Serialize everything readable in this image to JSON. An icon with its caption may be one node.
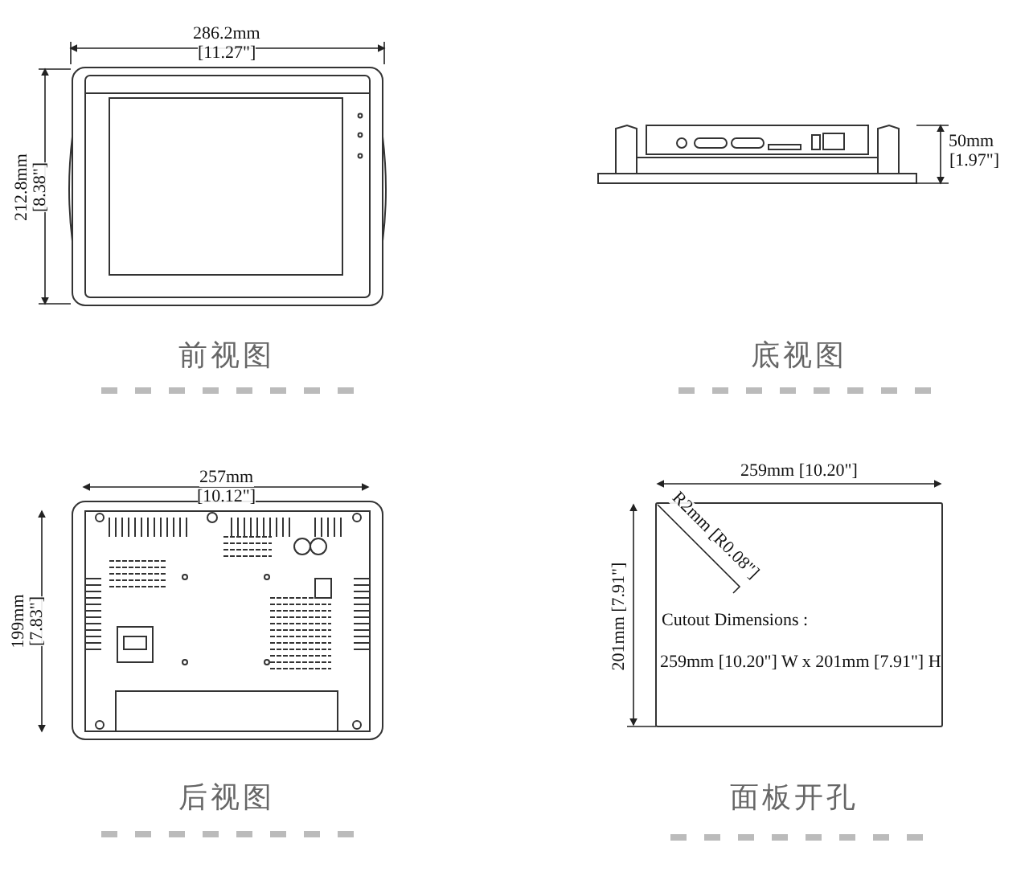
{
  "diagram": {
    "labels": [
      "286.2mm",
      "[11.27\"]",
      "212.8mm",
      "[8.38\"]",
      "50mm",
      "[1.97\"]",
      "前视图",
      "底视图",
      "257mm",
      "[10.12\"]",
      "199mm",
      "[7.83\"]",
      "259mm [10.20\"]",
      "R2mm [R0.08\"]",
      "201mm [7.91\"]",
      "Cutout Dimensions :",
      "259mm [10.20\"] W x 201mm [7.91\"] H",
      "后视图",
      "面板开孔"
    ]
  }
}
